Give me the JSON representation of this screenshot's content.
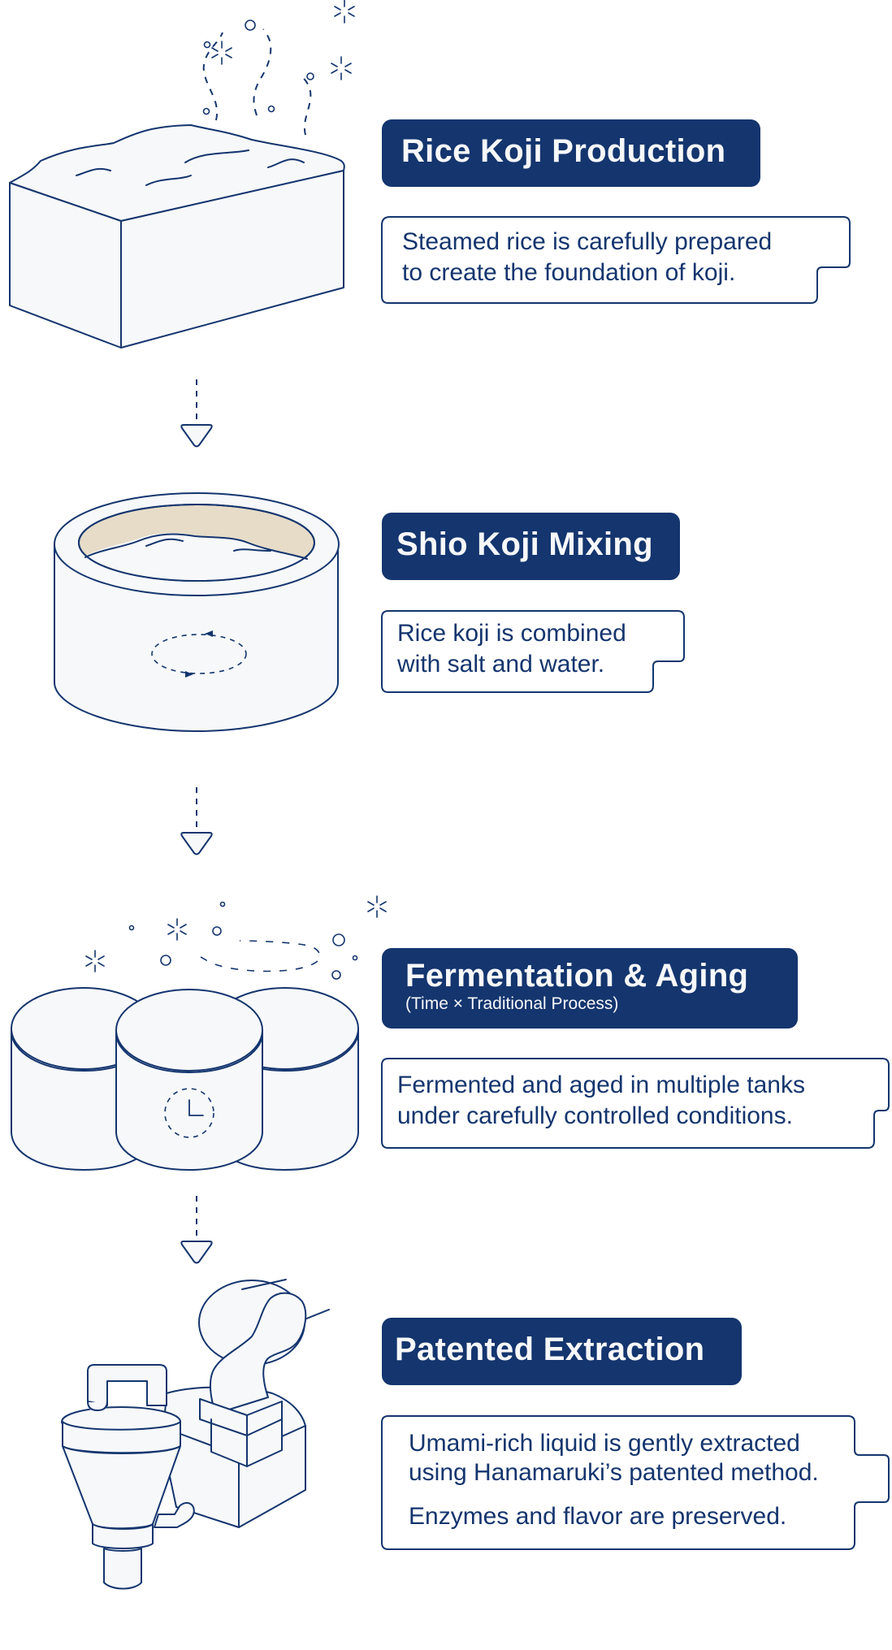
{
  "colors": {
    "primary": "#14356e",
    "fill": "#f7f8fa",
    "koji_tan": "#e6dcc8"
  },
  "steps": [
    {
      "title": "Rice Koji Production",
      "lines": [
        "Steamed rice is carefully prepared",
        "to create the foundation of koji."
      ],
      "illustration": "rice-tray-icon"
    },
    {
      "title": "Shio Koji Mixing",
      "lines": [
        "Rice koji is combined",
        "with salt and water."
      ],
      "illustration": "mixing-tub-icon"
    },
    {
      "title": "Fermentation & Aging",
      "subtitle": "(Time × Traditional Process)",
      "lines": [
        "Fermented and aged in multiple tanks",
        "under carefully controlled conditions."
      ],
      "illustration": "fermentation-tanks-icon"
    },
    {
      "title": "Patented Extraction",
      "lines": [
        "Umami-rich liquid is gently extracted",
        "using Hanamaruki’s patented method."
      ],
      "extra_line": "Enzymes and flavor are preserved.",
      "illustration": "extraction-machine-icon"
    }
  ],
  "connectors": [
    "arrow-down",
    "arrow-down",
    "arrow-down"
  ]
}
